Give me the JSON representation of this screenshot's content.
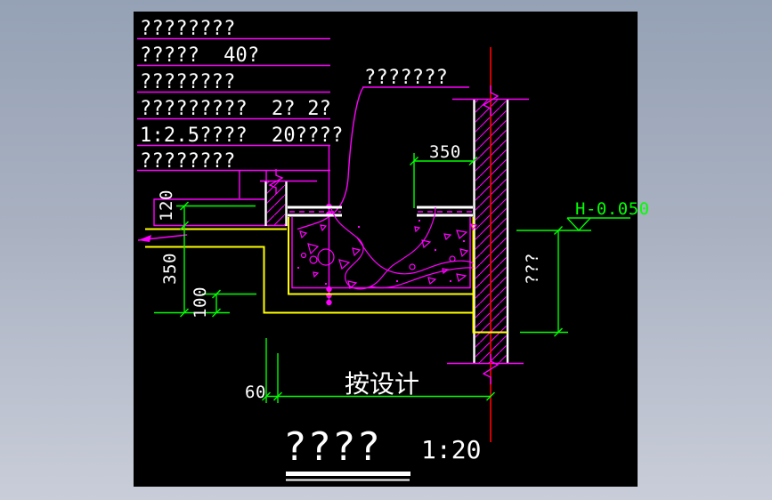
{
  "app": {
    "canvas_bg": "#000000",
    "window_bg_top": "#95a1b5",
    "window_bg_bottom": "#c9cdd9"
  },
  "colors": {
    "outline": "#ff00ff",
    "dimension": "#00ff00",
    "substrate": "#ffff00",
    "centerline": "#ff0000",
    "text": "#ffffff"
  },
  "spec_notes": {
    "rows": [
      {
        "label": "????????"
      },
      {
        "label": "?????  40?"
      },
      {
        "label": "????????"
      },
      {
        "label": "?????????  2? 2?"
      },
      {
        "label": "1:2.5????  20????"
      },
      {
        "label": "????????"
      }
    ]
  },
  "callouts": {
    "top_label": "???????",
    "per_design_note": "按设计",
    "elevation_label": "H-0.050",
    "depth_label": "???"
  },
  "dimensions": {
    "d120": "120",
    "d350_left": "350",
    "d100": "100",
    "d350_top": "350",
    "d60": "60"
  },
  "title_block": {
    "title": "????",
    "scale": "1:20"
  }
}
